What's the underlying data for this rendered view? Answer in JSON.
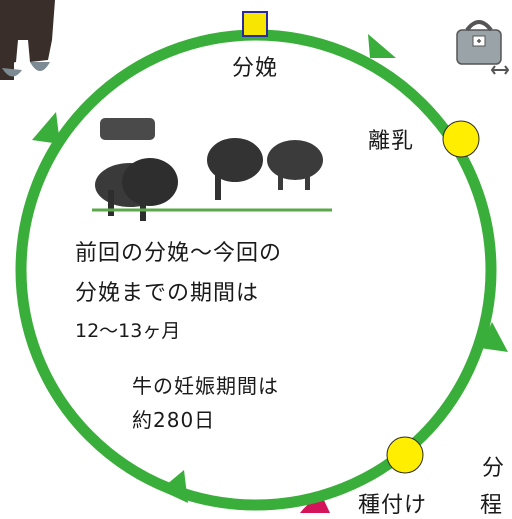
{
  "cycle": {
    "ring_color": "#3aae3a",
    "marker_square_color": "#f7e600",
    "marker_circle_color": "#ffee00",
    "labels": {
      "bunben": "分娩",
      "rinyu": "離乳",
      "tanetsuke": "種付け",
      "side_top": "分",
      "side_bottom": "程"
    }
  },
  "center_text": {
    "line1": "前回の分娩～今回の",
    "line2": "分娩までの期間は",
    "line3": "12～13ヶ月",
    "line4": "牛の妊娠期間は",
    "line5": "約280日"
  },
  "icons": [
    "cattle-herd-icon",
    "cow-legs-icon",
    "vet-bag-icon"
  ]
}
